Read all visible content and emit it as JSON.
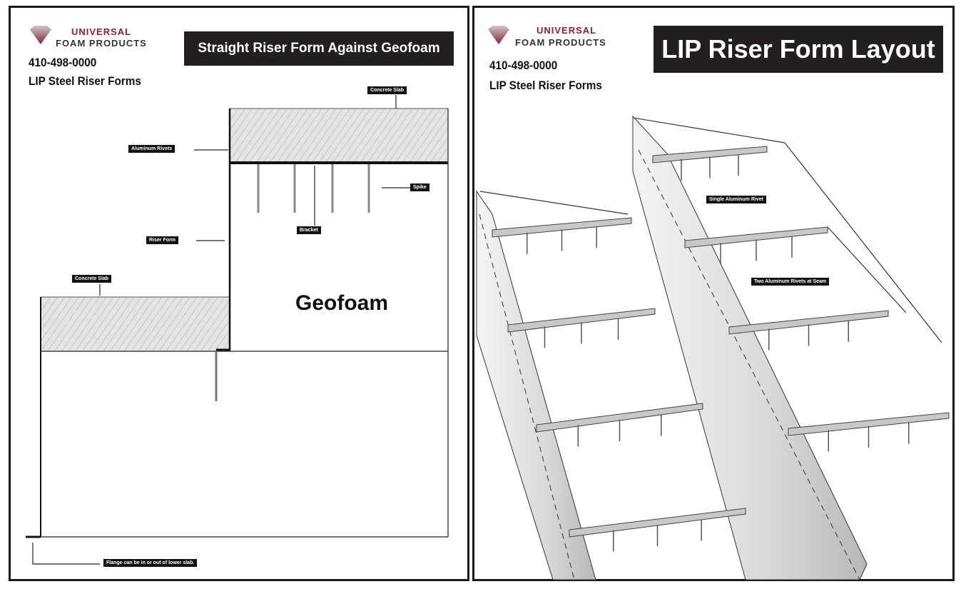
{
  "left": {
    "brand_line1": "UNIVERSAL",
    "brand_line2": "FOAM PRODUCTS",
    "phone": "410-498-0000",
    "subtitle": "LIP Steel Riser Forms",
    "title": "Straight Riser Form Against Geofoam",
    "labels": {
      "concrete_slab_top": "Concrete Slab",
      "aluminum_rivets": "Aluminum Rivets",
      "spike": "Spike",
      "bracket": "Bracket",
      "riser_form": "Riser Form",
      "concrete_slab_lower": "Concrete Slab",
      "flange_note": "Flange can be in or out of lower slab."
    },
    "geofoam": "Geofoam"
  },
  "right": {
    "brand_line1": "UNIVERSAL",
    "brand_line2": "FOAM PRODUCTS",
    "phone": "410-498-0000",
    "subtitle": "LIP Steel Riser Forms",
    "title": "LIP Riser Form Layout",
    "labels": {
      "single_rivet": "Single Aluminum Rivet",
      "two_rivets": "Two Aluminum Rivets at Seam"
    }
  }
}
